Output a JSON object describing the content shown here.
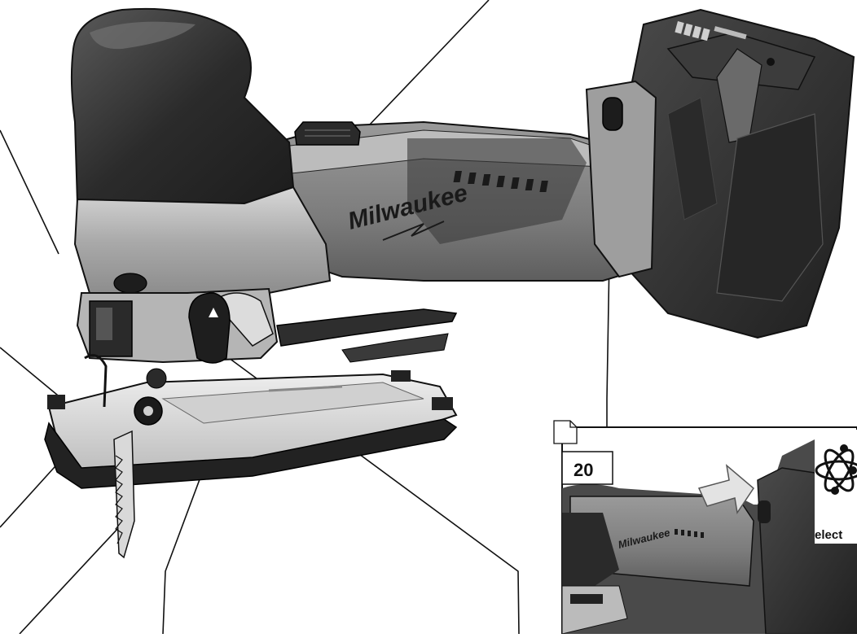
{
  "brand": {
    "logo_text": "Milwaukee",
    "inset_logo_text": "Milwaukee"
  },
  "inset": {
    "page_number": "20",
    "badge_text": "elect",
    "icon": "atom-icon"
  },
  "colors": {
    "body_dark": "#2e2e2e",
    "body_mid": "#8a8a8a",
    "body_light": "#c9c9c9",
    "accent_light": "#e2e2e2",
    "line": "#111111"
  }
}
